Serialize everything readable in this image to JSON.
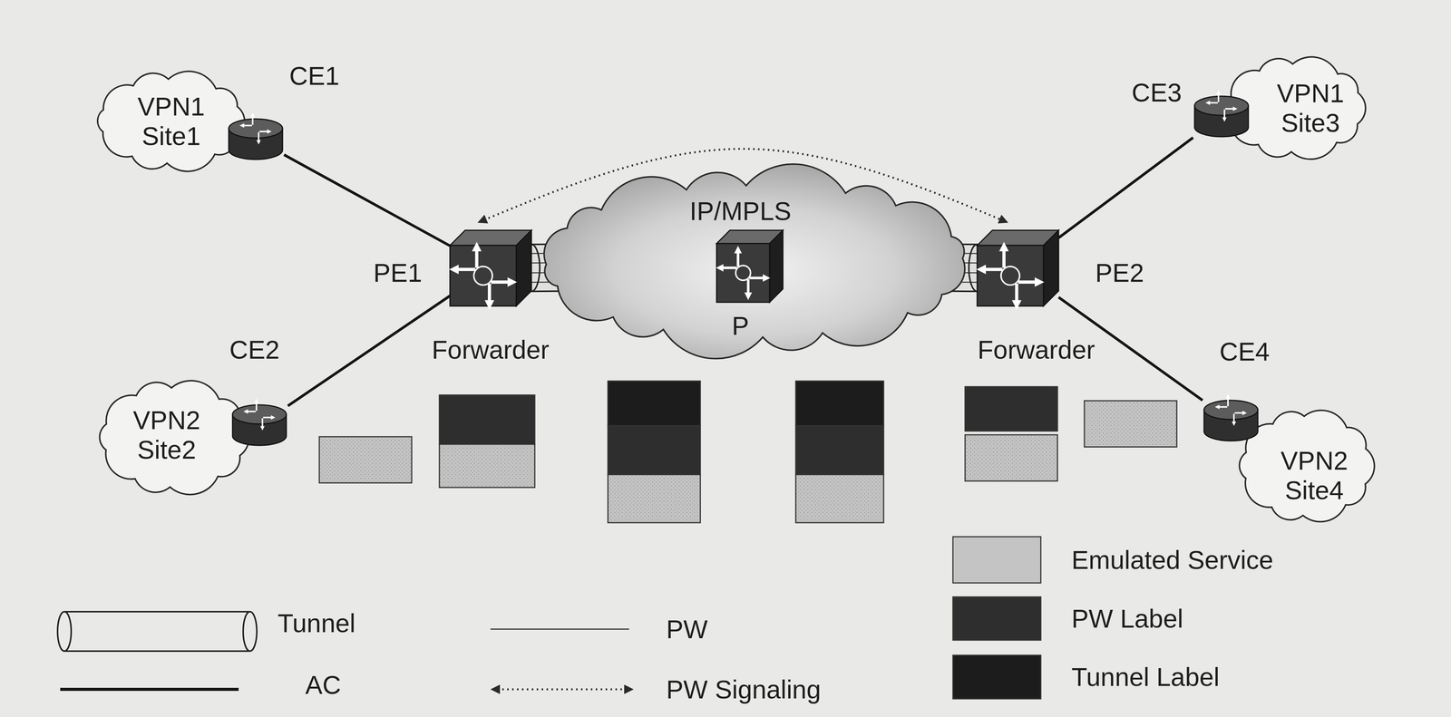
{
  "diagram": {
    "nodes": [
      {
        "text": [
          "VPN1 Site1"
        ]
      },
      {
        "text": [
          "CE1"
        ]
      },
      {
        "text": [
          "VPN2 Site2"
        ]
      },
      {
        "text": [
          "CE2"
        ]
      },
      {
        "text": [
          "IP/MPLS"
        ]
      },
      {
        "text": [
          "PE1",
          "Forwarder"
        ]
      },
      {
        "text": [
          "P"
        ],
        "in": 4
      },
      {
        "text": [
          "PE2",
          "Forwarder"
        ]
      },
      {
        "text": [
          "CE3"
        ]
      },
      {
        "text": [
          "VPN1 Site3"
        ]
      },
      {
        "text": [
          "CE4"
        ]
      },
      {
        "text": [
          "VPN2 Site4"
        ]
      }
    ],
    "edges": [
      {
        "from": 1,
        "to": 5,
        "arrow": "none"
      },
      {
        "from": 3,
        "to": 5,
        "arrow": "none"
      },
      {
        "from": 5,
        "to": 6,
        "arrow": "none"
      },
      {
        "from": 6,
        "to": 7,
        "arrow": "none"
      },
      {
        "from": 5,
        "to": 7,
        "arrow": "both"
      },
      {
        "from": 7,
        "to": 8,
        "arrow": "none"
      },
      {
        "from": 7,
        "to": 10,
        "arrow": "none"
      }
    ],
    "legend": [
      {
        "text": "Emulated Service",
        "color": "#c4c4c4"
      },
      {
        "text": "PW Label",
        "color": "#2e2e2e"
      },
      {
        "text": "Tunnel Label",
        "color": "#1c1c1c"
      },
      {
        "text": "Tunnel"
      },
      {
        "text": "PW"
      },
      {
        "text": "AC"
      },
      {
        "text": "PW Signaling"
      }
    ]
  }
}
